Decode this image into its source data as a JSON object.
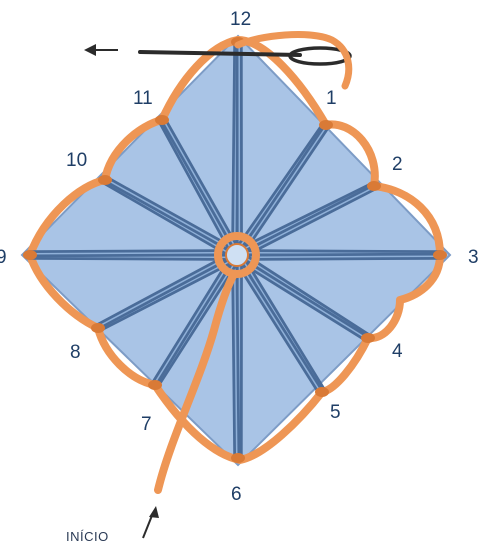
{
  "diagram": {
    "numbers": [
      "12",
      "1",
      "2",
      "3",
      "4",
      "5",
      "6",
      "7",
      "8",
      "9",
      "10",
      "11"
    ],
    "start_label": "INÍCIO",
    "colors": {
      "fabric": "#a9c4e6",
      "fabric_edge": "#7d9cc6",
      "thread_blue": "#4a6c99",
      "thread_blue_light": "#8fb0d8",
      "thread_orange": "#ee9655",
      "thread_orange_dark": "#d97a36",
      "needle": "#2b2b2b",
      "number_text": "#1f3e66"
    },
    "icons": [
      "needle-icon",
      "direction-arrow-left-icon",
      "start-arrow-icon"
    ]
  }
}
